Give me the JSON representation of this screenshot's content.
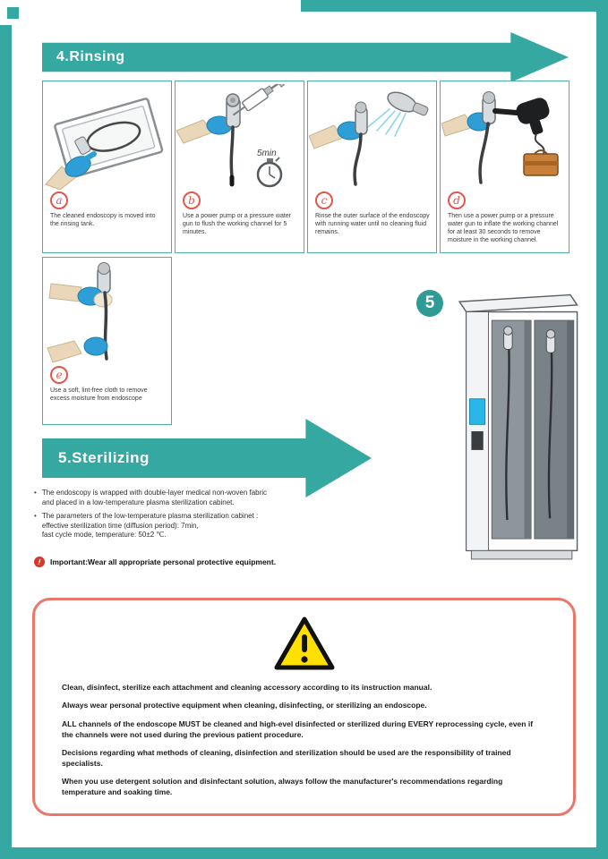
{
  "page": {
    "accent_color": "#35a8a1",
    "warning_border_color": "#e8786a",
    "step_letter_color": "#e2574c"
  },
  "rinsing": {
    "title": "4.Rinsing",
    "steps": [
      {
        "letter": "a",
        "caption": "The cleaned endoscopy is moved into the rinsing tank."
      },
      {
        "letter": "b",
        "caption": "Use a power pump or a pressure water gun to flush the working channel for 5 minutes.",
        "timer": "5min"
      },
      {
        "letter": "c",
        "caption": "Rinse the outer surface of the endoscopy with running water until no cleaning fluid remains."
      },
      {
        "letter": "d",
        "caption": "Then use a power pump or a pressure water gun to inflate the working channel for at least 30 seconds to remove moisture in the working channel."
      },
      {
        "letter": "e",
        "caption": "Use a soft, lint-free cloth to remove excess moisture from endoscope"
      }
    ]
  },
  "cabinet": {
    "number": "5"
  },
  "sterilizing": {
    "title": "5.Sterilizing",
    "bullets": [
      "The endoscopy is wrapped with double-layer medical non-woven fabric\nand placed in a low-temperature plasma sterilization cabinet.",
      "The parameters of the low-temperature plasma sterilization cabinet :\neffective sterilization time (diffusion period): 7min,\nfast cycle mode, temperature: 50±2 ℃."
    ],
    "important": "Important:Wear all appropriate personal protective equipment.",
    "important_mark": "!"
  },
  "warnings": {
    "items": [
      "Clean, disinfect, sterilize each attachment and cleaning accessory according to its instruction manual.",
      "Always wear personal protective equipment when cleaning, disinfecting, or sterilizing an endoscope.",
      "ALL channels of the endoscope MUST be cleaned and high-evel disinfected or sterilized during EVERY reprocessing cycle, even if the channels were not used during the previous patient procedure.",
      "Decisions regarding what methods of cleaning, disinfection and sterilization should be used are the responsibility of trained specialists.",
      "When you use detergent solution and disinfectant solution, always follow the manufacturer's recommendations regarding temperature and soaking time."
    ]
  }
}
